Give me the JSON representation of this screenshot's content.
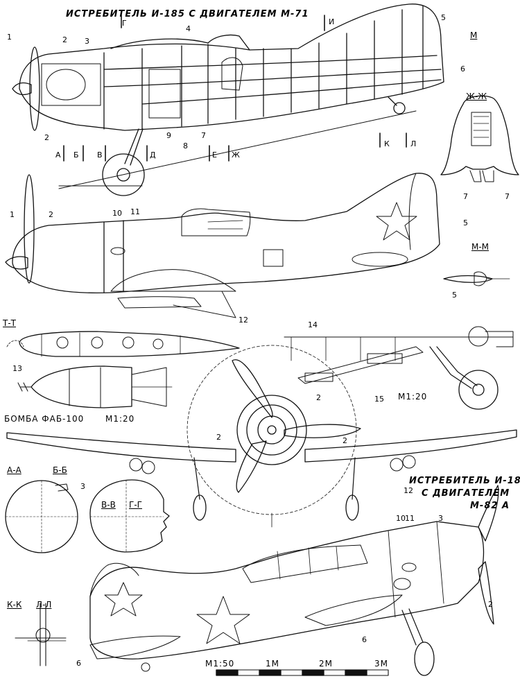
{
  "titles": {
    "top": "ИСТРЕБИТЕЛЬ И-185 С ДВИГАТЕЛЕМ М-71",
    "right_line1": "ИСТРЕБИТЕЛЬ И-185",
    "right_line2": "С ДВИГАТЕЛЕМ",
    "right_line3": "М-82 А"
  },
  "sections": {
    "m": "М",
    "zh_zh": "Ж-Ж",
    "m_m": "М-М",
    "t_t": "Т-Т",
    "a_a": "А-А",
    "b_b": "Б-Б",
    "v_v": "В-В",
    "g_g": "Г-Г",
    "k_k": "К-К",
    "l_l": "Л-Л"
  },
  "section_marks": {
    "a": "А",
    "b": "Б",
    "v": "В",
    "g": "Г",
    "d": "Д",
    "e": "Е",
    "zh": "Ж",
    "i": "И",
    "k": "К",
    "l": "Л"
  },
  "captions": {
    "bomb": "БОМБА ФАБ-100",
    "bomb_scale": "М1:20",
    "gear_scale": "М1:20",
    "scale_main": "М1:50",
    "scale_1m": "1М",
    "scale_2m": "2М",
    "scale_3m": "3М"
  },
  "callouts": {
    "c1": "1",
    "c2": "2",
    "c3": "3",
    "c4": "4",
    "c5": "5",
    "c6": "6",
    "c7": "7",
    "c8": "8",
    "c9": "9",
    "c10": "10",
    "c11": "11",
    "c12": "12",
    "c13": "13",
    "c14": "14",
    "c15": "15"
  }
}
